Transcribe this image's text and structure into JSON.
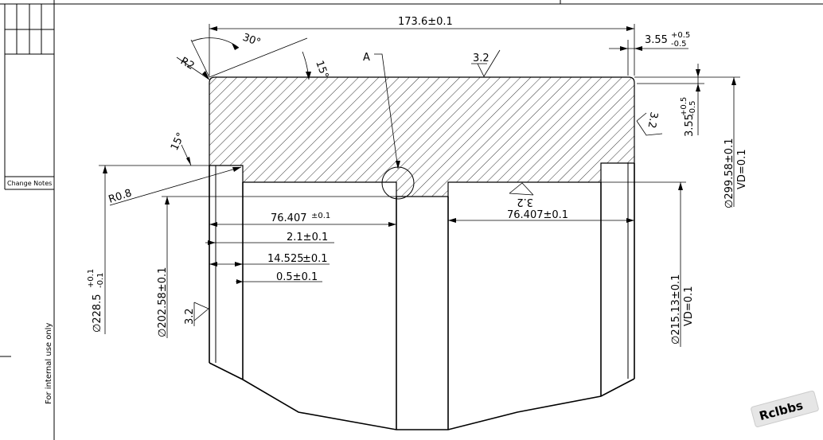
{
  "title_block": {
    "change_notes": "Change Notes",
    "internal_use": "For internal use only"
  },
  "dimensions": {
    "overall_width": "173.6±0.1",
    "right_step": "3.55",
    "right_step_tol_upper": "+0.5",
    "right_step_tol_lower": "-0.5",
    "right_height": "3.55",
    "right_height_tol_upper": "+0.5",
    "right_height_tol_lower": "-0.5",
    "radius_r2": "R2",
    "angle_30": "30°",
    "angle_15_top": "15°",
    "angle_15_left": "15°",
    "radius_r08": "R0.8",
    "detail_a": "A",
    "left_half_width": "76.407",
    "left_half_tol": "±0.1",
    "right_half_width": "76.407±0.1",
    "dim_2_1": "2.1±0.1",
    "dim_14_525": "14.525",
    "dim_14_525_tol": "±0.1",
    "dim_0_5": "0.5±0.1",
    "dia_228_5": "∅228.5",
    "dia_228_5_tol_upper": "+0.1",
    "dia_228_5_tol_lower": "-0.1",
    "dia_202_58": "∅202.58±0.1",
    "dia_215_13": "∅215.13±0.1",
    "vd_215": "VD=0.1",
    "dia_299_58": "∅299.58±0.1",
    "vd_299": "VD=0.1"
  },
  "surface_finish": {
    "top": "3.2",
    "right": "3.2",
    "bore": "3.2",
    "left": "3.2"
  },
  "watermark": "Rclbbs"
}
